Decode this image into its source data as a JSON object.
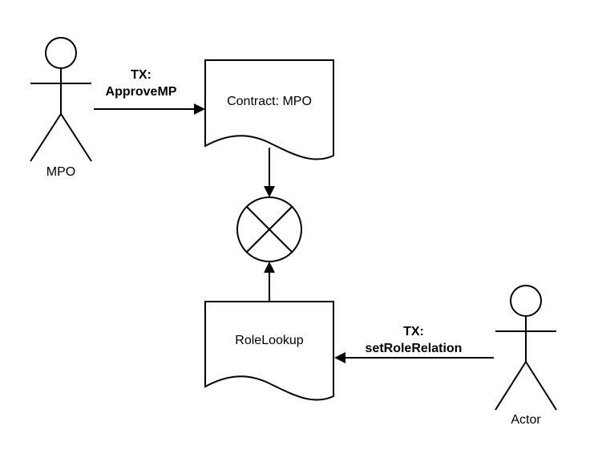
{
  "actors": {
    "mpo": {
      "label": "MPO"
    },
    "actor": {
      "label": "Actor"
    }
  },
  "documents": {
    "contract": {
      "label": "Contract: MPO"
    },
    "role_lookup": {
      "label": "RoleLookup"
    }
  },
  "transactions": {
    "approve": {
      "line1": "TX:",
      "line2": "ApproveMP"
    },
    "set_role": {
      "line1": "TX:",
      "line2": "setRoleRelation"
    }
  },
  "junction": {
    "type": "or-gate-circle-x"
  }
}
